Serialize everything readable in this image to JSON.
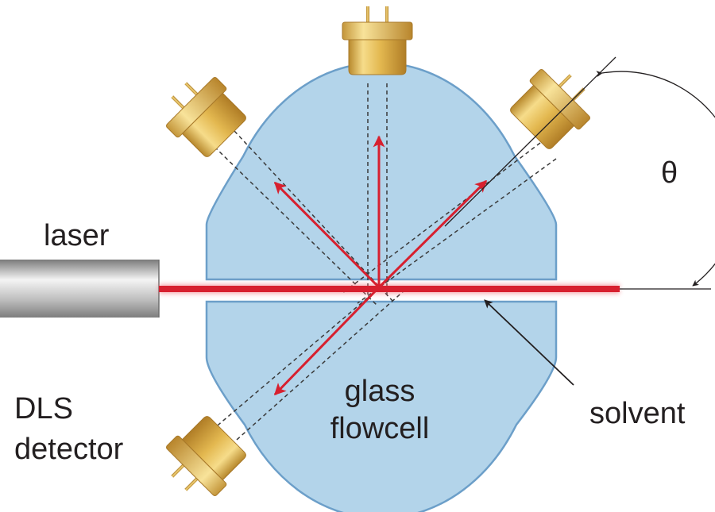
{
  "labels": {
    "laser": "laser",
    "dls_line1": "DLS",
    "dls_line2": "detector",
    "glass_line1": "glass",
    "glass_line2": "flowcell",
    "solvent": "solvent",
    "angle": "θ"
  },
  "colors": {
    "flowcell_fill": "#b3d4ea",
    "flowcell_stroke": "#6c9fc9",
    "beam": "#d7202f",
    "detector_gold": "#e7c25f",
    "laser_gray": "#b3b3b3",
    "text": "#231f20"
  }
}
